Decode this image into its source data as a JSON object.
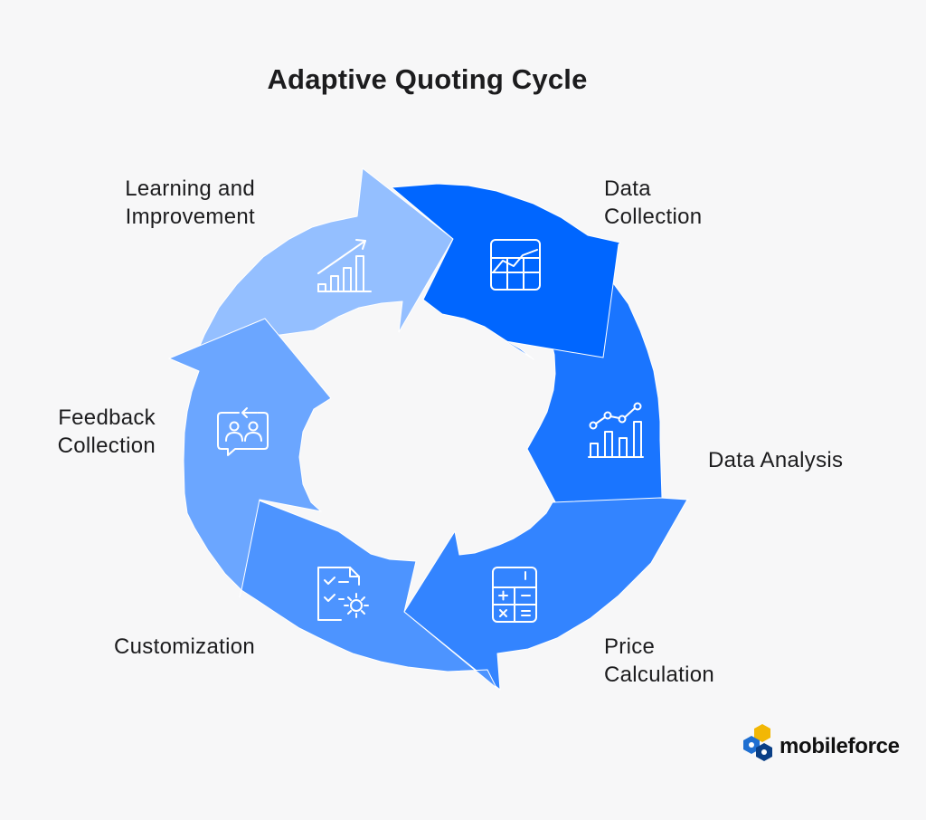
{
  "title": "Adaptive Quoting Cycle",
  "stages": [
    {
      "label_lines": [
        "Data",
        "Collection"
      ],
      "icon": "chart-grid-icon",
      "color": "#0066ff"
    },
    {
      "label_lines": [
        "Data Analysis"
      ],
      "icon": "analytics-chart-icon",
      "color": "#1a75ff"
    },
    {
      "label_lines": [
        "Price",
        "Calculation"
      ],
      "icon": "calculator-icon",
      "color": "#3384ff"
    },
    {
      "label_lines": [
        "Customization"
      ],
      "icon": "checklist-gear-icon",
      "color": "#4d94ff"
    },
    {
      "label_lines": [
        "Feedback",
        "Collection"
      ],
      "icon": "feedback-chat-icon",
      "color": "#6ba6ff"
    },
    {
      "label_lines": [
        "Learning and",
        "Improvement"
      ],
      "icon": "growth-chart-icon",
      "color": "#94bfff"
    }
  ],
  "brand": {
    "name": "mobileforce",
    "colors": {
      "primary": "#1f6fd1",
      "secondary": "#f2b705"
    }
  }
}
